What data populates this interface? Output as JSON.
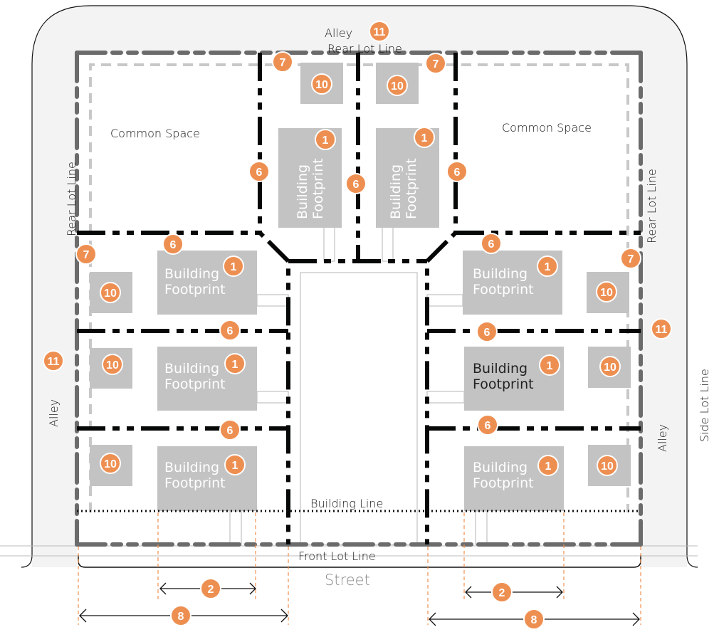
{
  "labels": {
    "alley_top": "Alley",
    "rear_lot_line_top": "Rear Lot Line",
    "common_space_left": "Common Space",
    "common_space_right": "Common Space",
    "rear_lot_line_left": "Rear Lot Line",
    "rear_lot_line_right": "Rear Lot Line",
    "alley_left": "Alley",
    "alley_right": "Alley",
    "side_lot_line": "Side Lot Line",
    "building_line": "Building Line",
    "front_lot_line": "Front Lot Line",
    "street": "Street"
  },
  "building": {
    "line1": "Building",
    "line2": "Footprint"
  },
  "badges": [
    "11",
    "11",
    "11",
    "7",
    "7",
    "7",
    "7",
    "10",
    "10",
    "10",
    "10",
    "10",
    "10",
    "10",
    "10",
    "1",
    "1",
    "1",
    "1",
    "1",
    "1",
    "1",
    "1",
    "6",
    "6",
    "6",
    "6",
    "6",
    "6",
    "6",
    "6",
    "6",
    "2",
    "2",
    "8",
    "8"
  ],
  "colors": {
    "badge": "#ee8f52",
    "building": "#c3c3c3",
    "alley": "#f3f3f3",
    "lot_line": "#6b6b6b",
    "property_line": "#060808"
  }
}
